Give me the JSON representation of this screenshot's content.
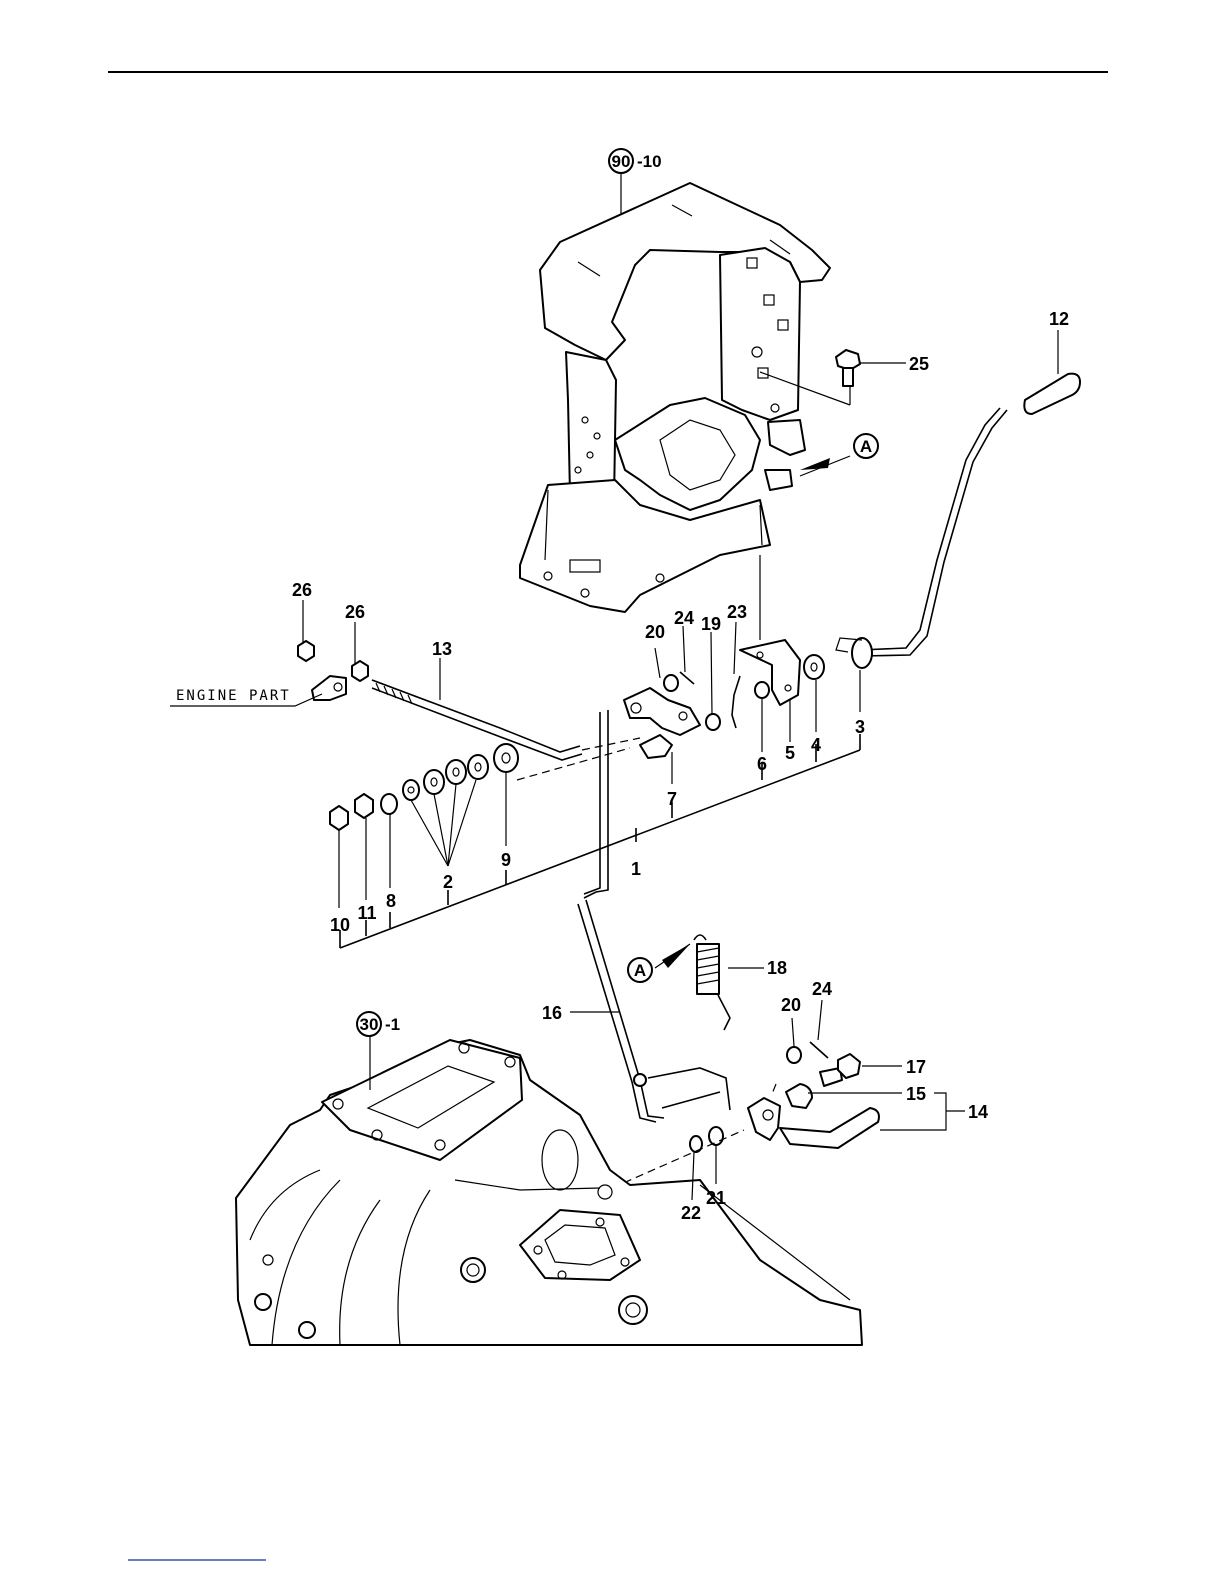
{
  "refs": [
    {
      "circle": "90",
      "suffix": "-10"
    },
    {
      "circle": "30",
      "suffix": "-1"
    }
  ],
  "markers": {
    "a1": "A",
    "a2": "A"
  },
  "engine_part": "ENGINE PART",
  "callouts": {
    "c1": "1",
    "c2": "2",
    "c3": "3",
    "c4": "4",
    "c5": "5",
    "c6": "6",
    "c7": "7",
    "c8": "8",
    "c9": "9",
    "c10": "10",
    "c11": "11",
    "c12": "12",
    "c13": "13",
    "c14": "14",
    "c15": "15",
    "c16": "16",
    "c17": "17",
    "c18": "18",
    "c19": "19",
    "c20a": "20",
    "c20b": "20",
    "c21": "21",
    "c22": "22",
    "c23": "23",
    "c24a": "24",
    "c24b": "24",
    "c25": "25",
    "c26a": "26",
    "c26b": "26"
  }
}
